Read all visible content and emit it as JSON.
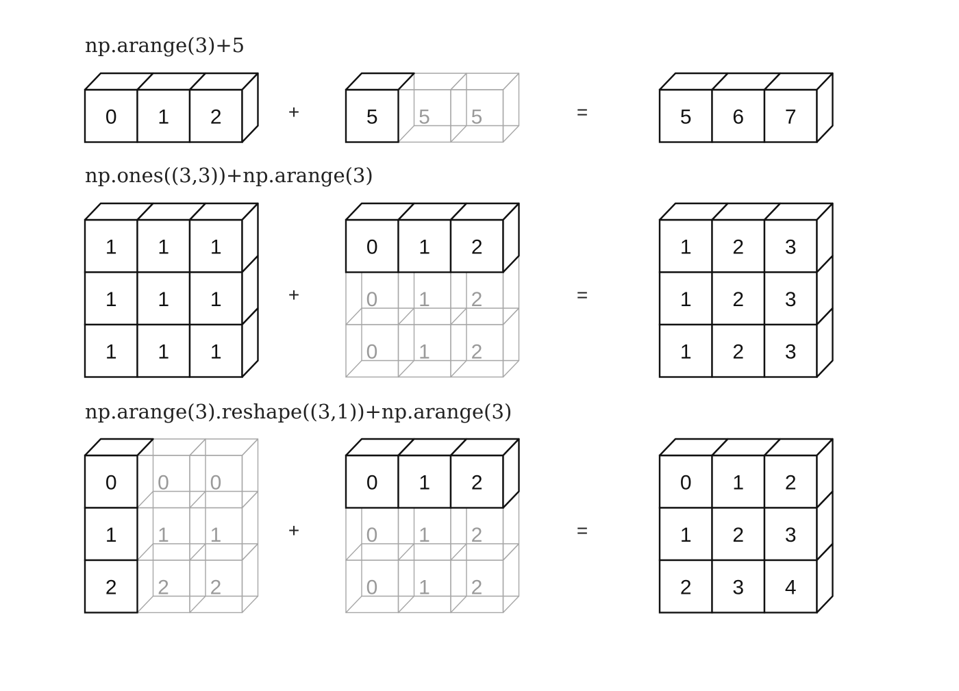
{
  "diagram": {
    "rows": [
      {
        "label": "np.arange(3)+5",
        "operator_plus": "+",
        "operator_equals": "=",
        "left": {
          "cells": [
            [
              "0",
              "1",
              "2"
            ]
          ],
          "solid_rows": 1,
          "solid_cols": 3
        },
        "middle": {
          "cells": [
            [
              "5",
              "5",
              "5"
            ]
          ],
          "solid_rows": 1,
          "solid_cols": 1
        },
        "result": {
          "cells": [
            [
              "5",
              "6",
              "7"
            ]
          ],
          "solid_rows": 1,
          "solid_cols": 3
        }
      },
      {
        "label": "np.ones((3,3))+np.arange(3)",
        "operator_plus": "+",
        "operator_equals": "=",
        "left": {
          "cells": [
            [
              "1",
              "1",
              "1"
            ],
            [
              "1",
              "1",
              "1"
            ],
            [
              "1",
              "1",
              "1"
            ]
          ],
          "solid_rows": 3,
          "solid_cols": 3
        },
        "middle": {
          "cells": [
            [
              "0",
              "1",
              "2"
            ],
            [
              "0",
              "1",
              "2"
            ],
            [
              "0",
              "1",
              "2"
            ]
          ],
          "solid_rows": 1,
          "solid_cols": 3
        },
        "result": {
          "cells": [
            [
              "1",
              "2",
              "3"
            ],
            [
              "1",
              "2",
              "3"
            ],
            [
              "1",
              "2",
              "3"
            ]
          ],
          "solid_rows": 3,
          "solid_cols": 3
        }
      },
      {
        "label": "np.arange(3).reshape((3,1))+np.arange(3)",
        "operator_plus": "+",
        "operator_equals": "=",
        "left": {
          "cells": [
            [
              "0",
              "0",
              "0"
            ],
            [
              "1",
              "1",
              "1"
            ],
            [
              "2",
              "2",
              "2"
            ]
          ],
          "solid_rows": 3,
          "solid_cols": 1
        },
        "middle": {
          "cells": [
            [
              "0",
              "1",
              "2"
            ],
            [
              "0",
              "1",
              "2"
            ],
            [
              "0",
              "1",
              "2"
            ]
          ],
          "solid_rows": 1,
          "solid_cols": 3
        },
        "result": {
          "cells": [
            [
              "0",
              "1",
              "2"
            ],
            [
              "1",
              "2",
              "3"
            ],
            [
              "2",
              "3",
              "4"
            ]
          ],
          "solid_rows": 3,
          "solid_cols": 3
        }
      }
    ],
    "colors": {
      "solid": "#111111",
      "ghost": "#a6a6a6"
    }
  }
}
